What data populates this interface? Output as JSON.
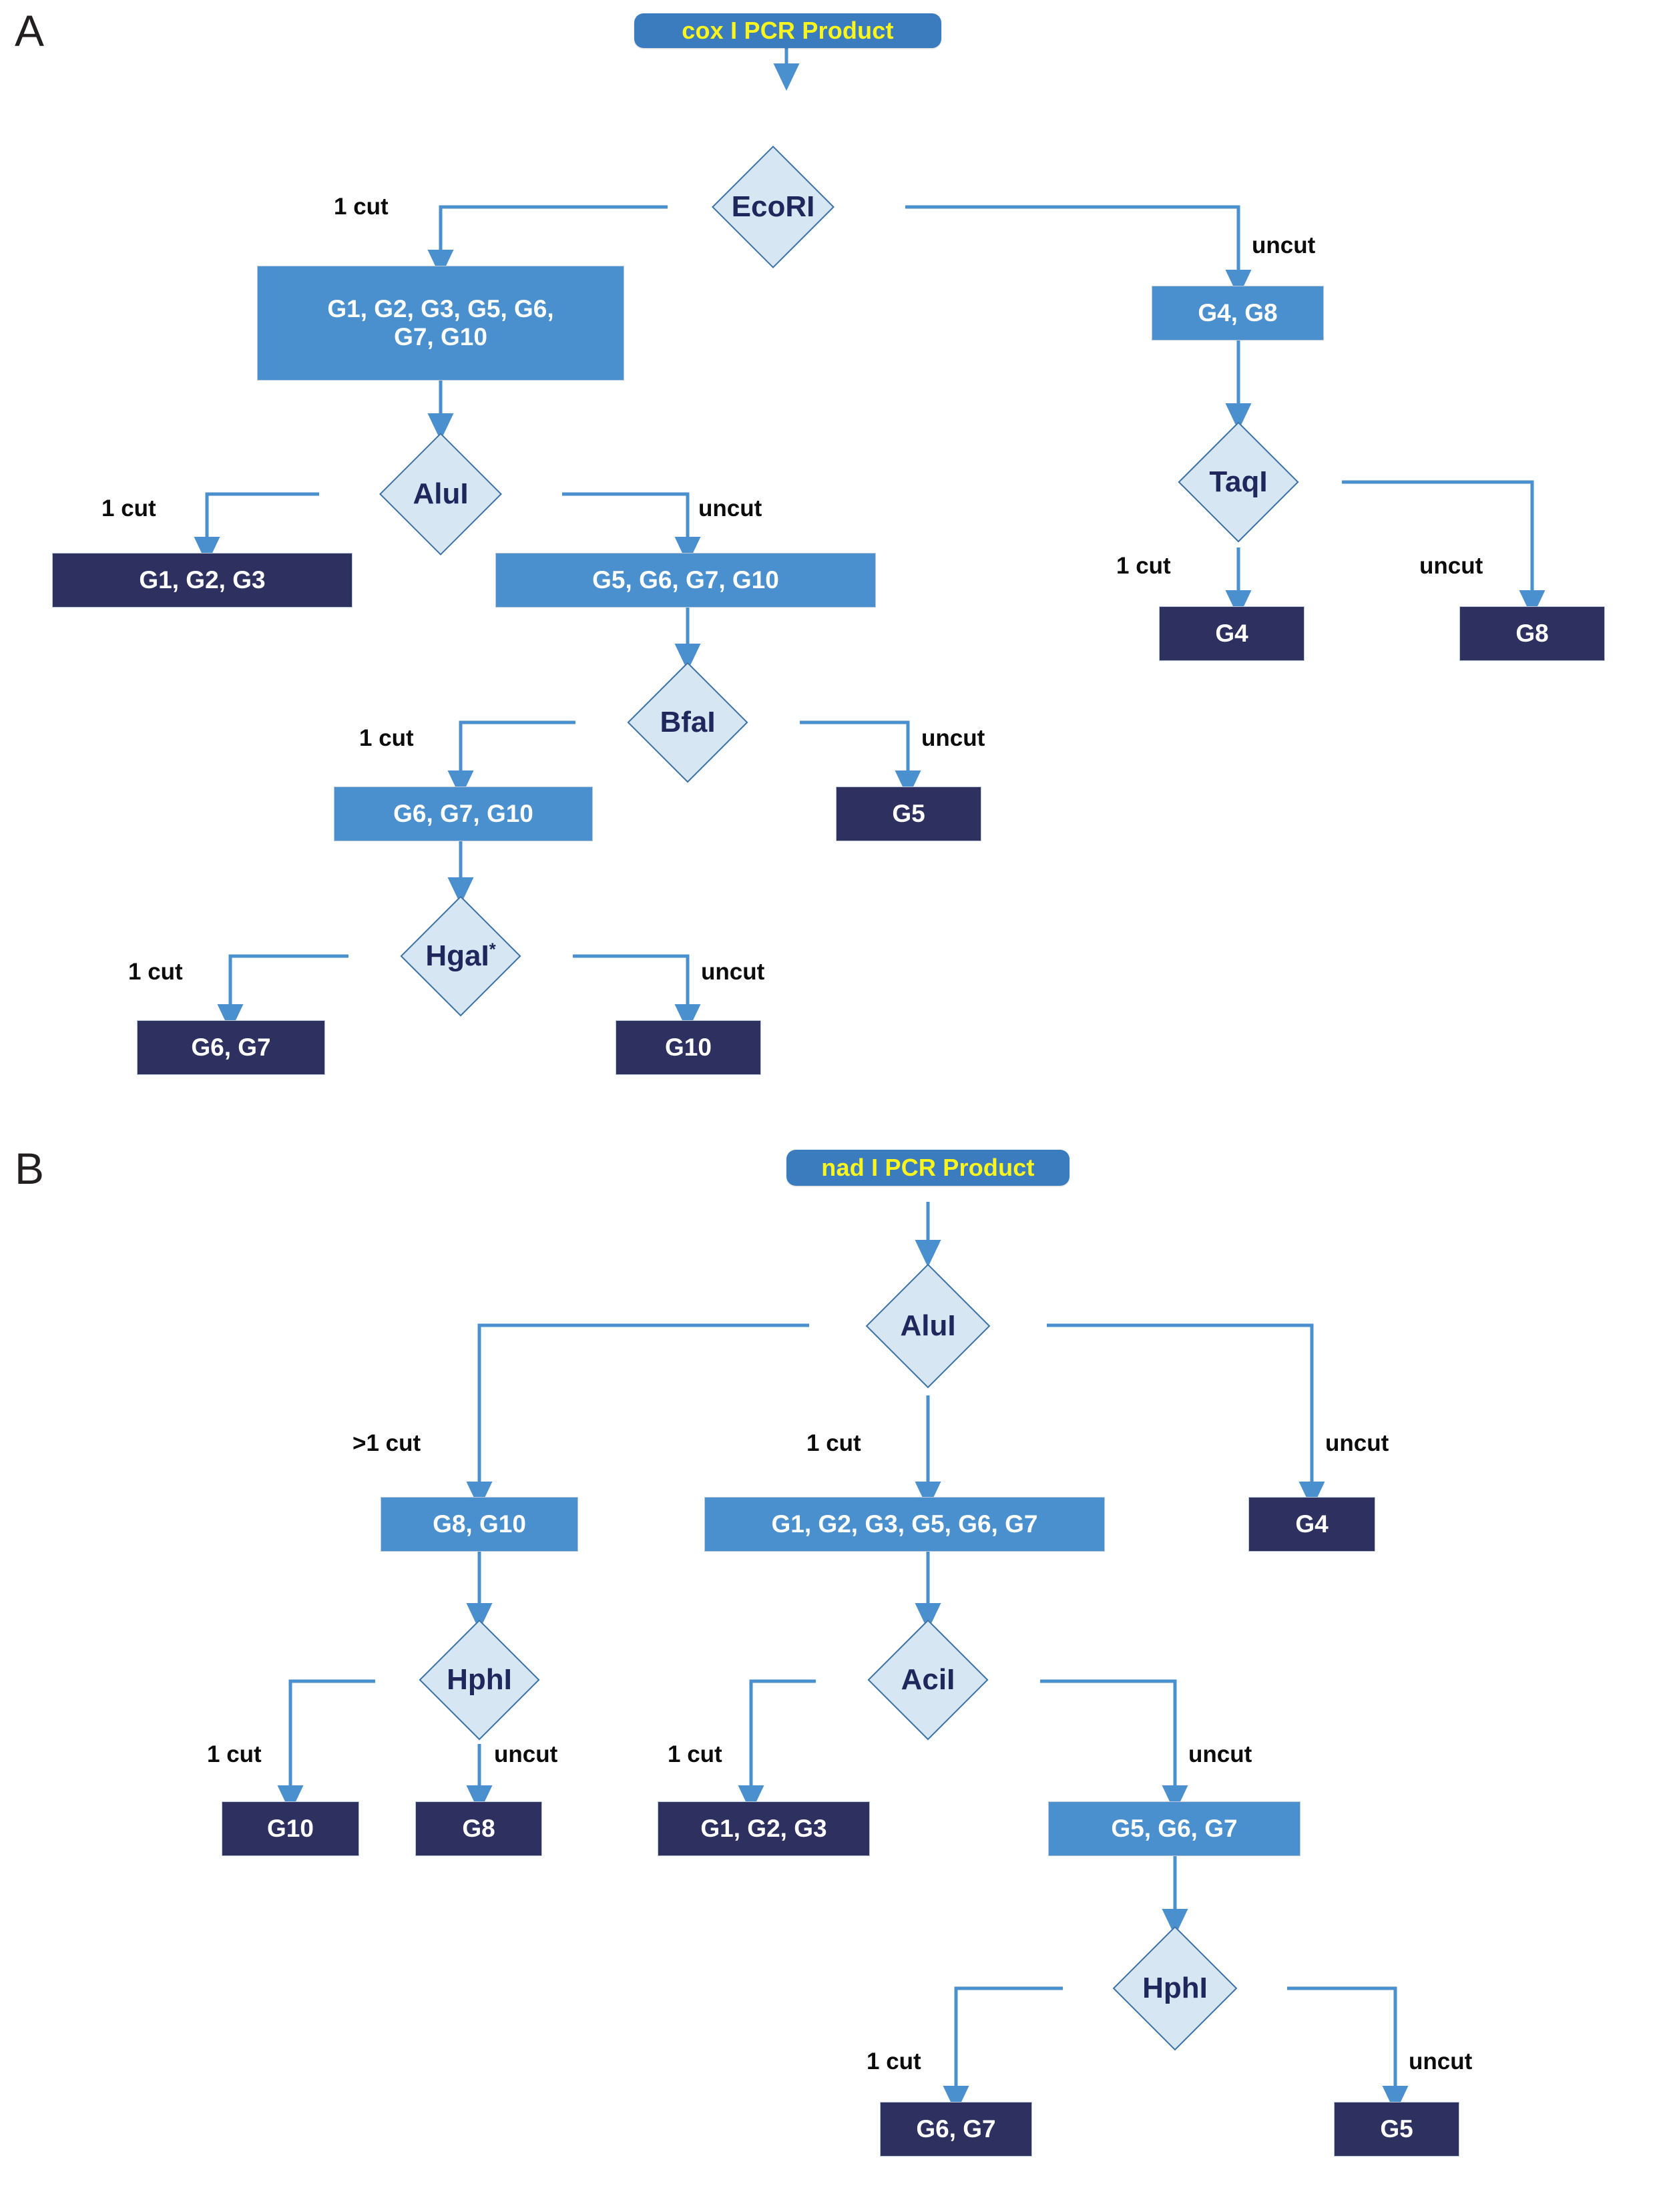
{
  "figure": {
    "panels": [
      {
        "letter": "A",
        "root_label": "cox I PCR Product"
      },
      {
        "letter": "B",
        "root_label": "nad I PCR Product"
      }
    ]
  },
  "colors": {
    "root_fill": "#3a7cbe",
    "root_text": "#fbf51f",
    "mid_fill": "#4a90ce",
    "terminal_fill": "#2e3160",
    "diamond_fill": "#d6e6f2",
    "diamond_stroke": "#3d72a4",
    "diamond_text": "#20275c",
    "connector": "#4a90ce",
    "label_text": "#0c0c0c",
    "background": "#ffffff"
  },
  "panel_a": {
    "letter": "A",
    "root": "cox I PCR Product",
    "enzymes": {
      "ecori": "EcoRI",
      "alui": "AluI",
      "bfai": "BfaI",
      "hgai": "HgaI",
      "hgai_mark": "*",
      "taqi": "TaqI"
    },
    "groups": {
      "ecori_cut": "G1, G2, G3, G5, G6, G7, G10",
      "ecori_cut_line1": "G1, G2, G3, G5, G6,",
      "ecori_cut_line2": "G7, G10",
      "ecori_uncut": "G4, G8",
      "alui_cut": "G1, G2, G3",
      "alui_uncut": "G5, G6, G7, G10",
      "bfai_cut": "G6, G7, G10",
      "bfai_uncut": "G5",
      "hgai_cut": "G6, G7",
      "hgai_uncut": "G10",
      "taqi_cut": "G4",
      "taqi_uncut": "G8"
    },
    "edge_labels": {
      "ecori_left": "1 cut",
      "ecori_right": "uncut",
      "alui_left": "1 cut",
      "alui_right": "uncut",
      "bfai_left": "1 cut",
      "bfai_right": "uncut",
      "hgai_left": "1 cut",
      "hgai_right": "uncut",
      "taqi_left": "1 cut",
      "taqi_right": "uncut"
    }
  },
  "panel_b": {
    "letter": "B",
    "root": "nad I PCR Product",
    "enzymes": {
      "alui": "AluI",
      "hphi_left": "HphI",
      "acii": "AciI",
      "hphi_bottom": "HphI"
    },
    "groups": {
      "alui_multi": "G8, G10",
      "alui_one": "G1, G2, G3, G5, G6, G7",
      "alui_uncut": "G4",
      "hphi_left_cut": "G10",
      "hphi_left_uncut": "G8",
      "acii_cut": "G1, G2, G3",
      "acii_uncut": "G5, G6, G7",
      "hphi_bottom_cut": "G6, G7",
      "hphi_bottom_uncut": "G5"
    },
    "edge_labels": {
      "alui_left": ">1 cut",
      "alui_middle": "1 cut",
      "alui_right": "uncut",
      "hphi_left_cut": "1 cut",
      "hphi_left_uncut": "uncut",
      "acii_cut": "1 cut",
      "acii_uncut": "uncut",
      "hphi_bottom_cut": "1 cut",
      "hphi_bottom_uncut": "uncut"
    }
  }
}
